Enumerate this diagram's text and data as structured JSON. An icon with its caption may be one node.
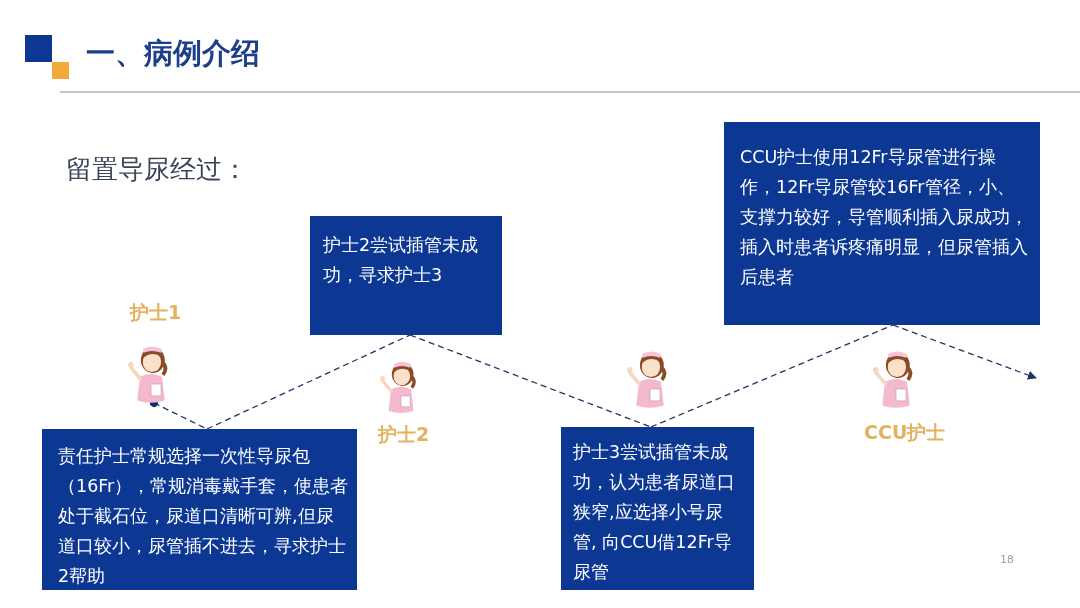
{
  "diagram": {
    "title": "一、病例介绍",
    "nodes": [
      {
        "text": [],
        "shape": "picture",
        "beside": [
          "护士1"
        ]
      },
      {
        "text": [
          "责任护士常规选择一次性导尿包（16Fr），常规消毒戴手套，使患者处于截石位，尿道口清晰可辨,但尿道口较小，尿管插不进去，寻求护士2帮助"
        ]
      },
      {
        "text": [],
        "shape": "picture",
        "beside": [
          "护士2"
        ]
      },
      {
        "text": [
          "护士2尝试插管未成功，寻求护士3"
        ]
      },
      {
        "text": [],
        "shape": "picture"
      },
      {
        "text": [
          "护士3尝试插管未成功，认为患者尿道口狭窄,应选择小号尿管, 向CCU借12Fr导尿管"
        ]
      },
      {
        "text": [],
        "shape": "picture",
        "beside": [
          "CCU护士"
        ]
      },
      {
        "text": [
          "CCU护士使用12Fr导尿管进行操作，12Fr导尿管较16Fr管径，小、支撑力较好，导管顺利插入尿成功，插入时患者诉疼痛明显，但尿管插入后患者"
        ]
      }
    ],
    "edges": [
      {
        "from": 0,
        "to": 1,
        "arrow": "other",
        "style": "dashed"
      },
      {
        "from": 1,
        "to": 3,
        "arrow": "none",
        "style": "dashed"
      },
      {
        "from": 3,
        "to": 5,
        "arrow": "none",
        "style": "dashed"
      },
      {
        "from": 5,
        "to": 7,
        "arrow": "none",
        "style": "dashed"
      },
      {
        "from": 7,
        "to": null,
        "arrow": "to",
        "style": "dashed"
      }
    ],
    "labels": [
      "留置导尿经过：",
      "18"
    ]
  }
}
